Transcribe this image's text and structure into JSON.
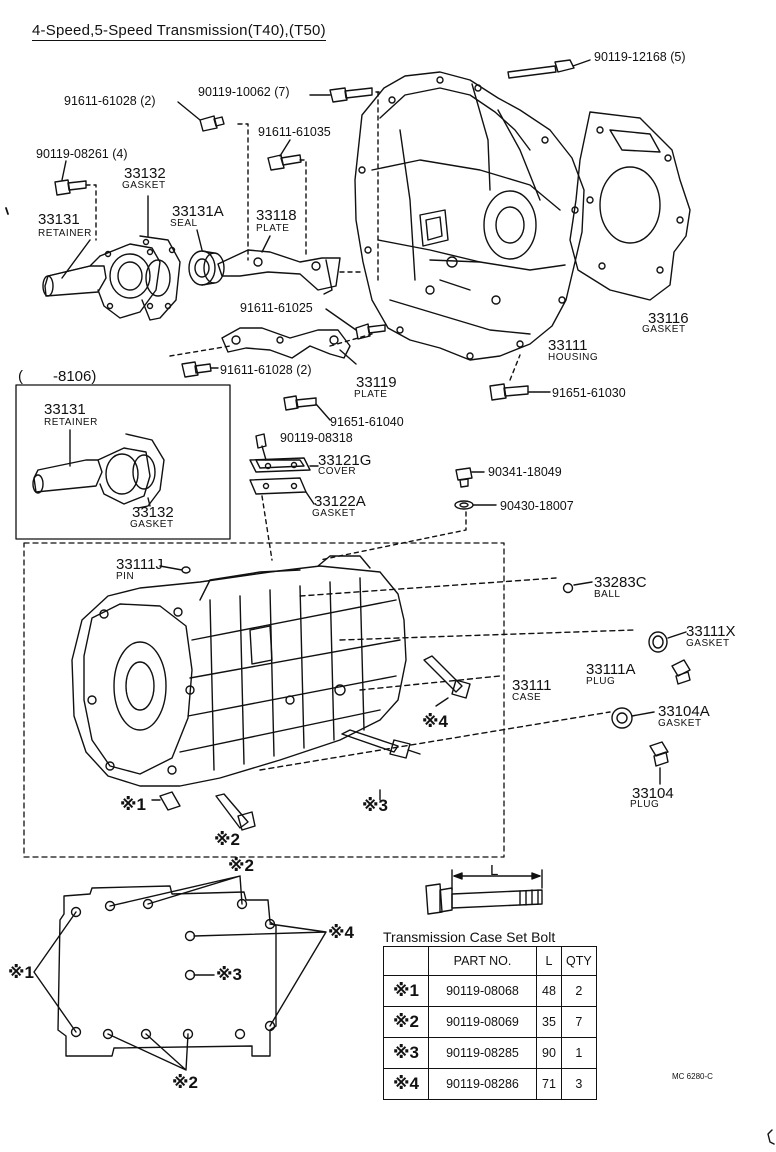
{
  "title": "4-Speed,5-Speed Transmission(T40),(T50)",
  "labels": {
    "p90119_12168": "90119-12168 (5)",
    "p90119_10062": "90119-10062 (7)",
    "p91611_61028_top": "91611-61028 (2)",
    "p91611_61035": "91611-61035",
    "p90119_08261": "90119-08261 (4)",
    "p33132": "33132",
    "p33132_sub": "GASKET",
    "p33131": "33131",
    "p33131_sub": "RETAINER",
    "p33131A": "33131A",
    "p33131A_sub": "SEAL",
    "p33118": "33118",
    "p33118_sub": "PLATE",
    "p33116": "33116",
    "p33116_sub": "GASKET",
    "p33111_housing": "33111",
    "p33111_housing_sub": "HOUSING",
    "p91611_61025": "91611-61025",
    "p91611_61028_mid": "91611-61028 (2)",
    "p33119": "33119",
    "p33119_sub": "PLATE",
    "p91651_61030": "91651-61030",
    "p91651_61040": "91651-61040",
    "p90119_08318": "90119-08318",
    "p33121G": "33121G",
    "p33121G_sub": "COVER",
    "p33122A": "33122A",
    "p33122A_sub": "GASKET",
    "p90341_18049": "90341-18049",
    "p90430_18007": "90430-18007",
    "inset_range": "(　　-8106)",
    "inset_33131": "33131",
    "inset_33131_sub": "RETAINER",
    "inset_33132": "33132",
    "inset_33132_sub": "GASKET",
    "p33111J": "33111J",
    "p33111J_sub": "PIN",
    "p33283C": "33283C",
    "p33283C_sub": "BALL",
    "p33111X": "33111X",
    "p33111X_sub": "GASKET",
    "p33111A": "33111A",
    "p33111A_sub": "PLUG",
    "p33111_case": "33111",
    "p33111_case_sub": "CASE",
    "p33104A": "33104A",
    "p33104A_sub": "GASKET",
    "p33104": "33104",
    "p33104_sub": "PLUG",
    "mark1": "※1",
    "mark2": "※2",
    "mark3": "※3",
    "mark4": "※4",
    "dim_L": "L",
    "corner_code": "MC 6280-C"
  },
  "bolt_table": {
    "caption": "Transmission Case Set Bolt",
    "headers": [
      "",
      "PART NO.",
      "L",
      "QTY"
    ],
    "rows": [
      {
        "mark": "※1",
        "part": "90119-08068",
        "L": "48",
        "qty": "2"
      },
      {
        "mark": "※2",
        "part": "90119-08069",
        "L": "35",
        "qty": "7"
      },
      {
        "mark": "※3",
        "part": "90119-08285",
        "L": "90",
        "qty": "1"
      },
      {
        "mark": "※4",
        "part": "90119-08286",
        "L": "71",
        "qty": "3"
      }
    ]
  }
}
